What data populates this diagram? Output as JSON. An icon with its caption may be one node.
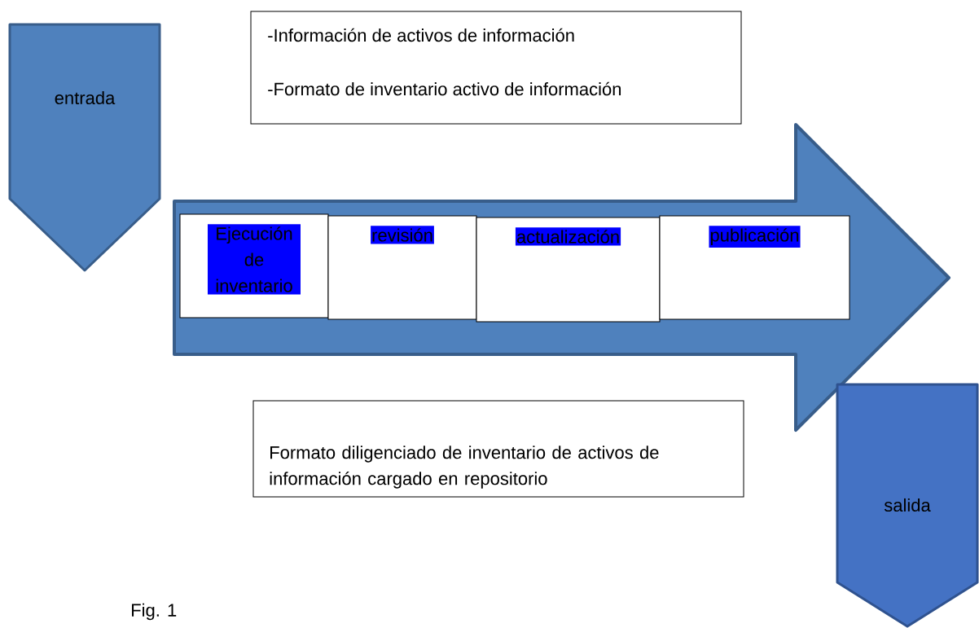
{
  "diagram": {
    "nodes": [
      {
        "text": [
          "entrada"
        ]
      },
      {
        "text": [
          "-Información de activos de información",
          "-Formato de inventario activo de información"
        ]
      },
      {
        "text": [],
        "shape": "arrow"
      },
      {
        "text": [
          "Ejecución de inventario"
        ],
        "in": 2
      },
      {
        "text": [
          "revisión"
        ],
        "in": 2
      },
      {
        "text": [
          "actualización"
        ],
        "in": 2
      },
      {
        "text": [
          "publicación"
        ],
        "in": 2
      },
      {
        "text": [
          "Formato diligenciado de inventario de activos de información cargado en repositorio"
        ]
      },
      {
        "text": [
          "salida"
        ]
      }
    ],
    "labels": [
      "Fig. 1"
    ]
  }
}
